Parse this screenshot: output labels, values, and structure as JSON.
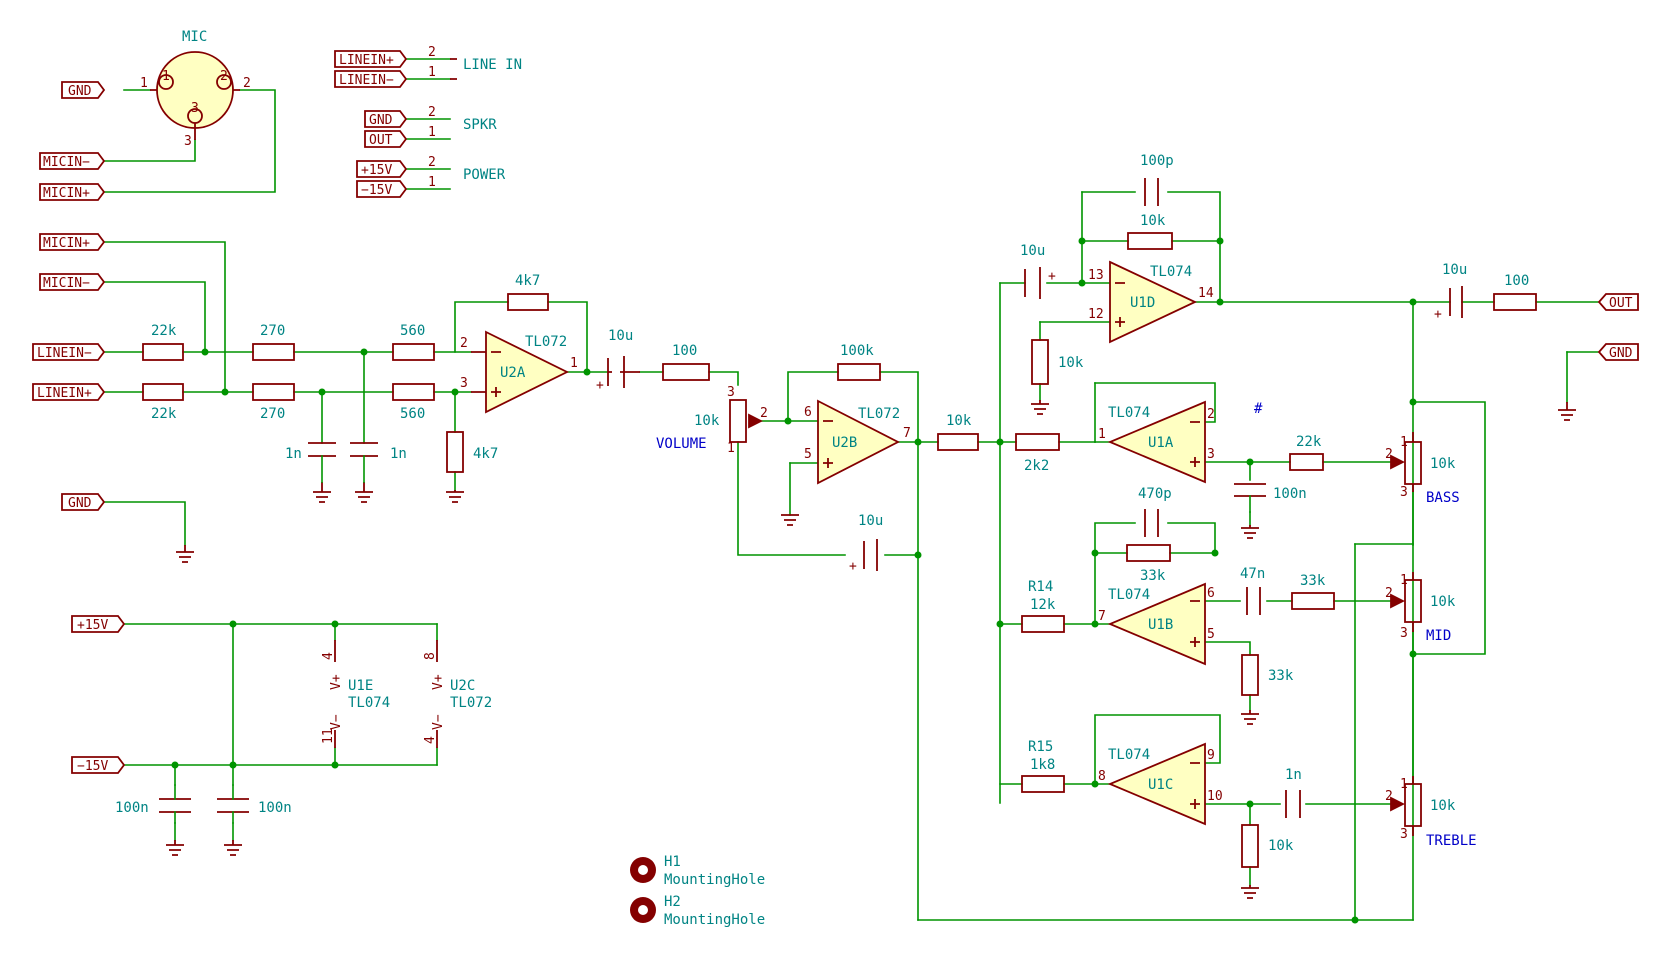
{
  "connectors": {
    "mic": {
      "name": "MIC",
      "pins": [
        "1",
        "2",
        "3"
      ]
    },
    "line_in": {
      "name": "LINE IN",
      "pins": [
        "2",
        "1"
      ]
    },
    "spkr": {
      "name": "SPKR",
      "pins": [
        "2",
        "1"
      ]
    },
    "power": {
      "name": "POWER",
      "pins": [
        "2",
        "1"
      ]
    }
  },
  "labels": {
    "gnd": "GND",
    "linein_p": "LINEIN+",
    "linein_m": "LINEIN−",
    "micin_p": "MICIN+",
    "micin_m": "MICIN−",
    "out": "OUT",
    "p15v": "+15V",
    "m15v": "−15V"
  },
  "input_stage": {
    "r22k_a": "22k",
    "r22k_b": "22k",
    "r270_a": "270",
    "r270_b": "270",
    "r560_a": "560",
    "r560_b": "560",
    "c1n_a": "1n",
    "c1n_b": "1n",
    "r4k7_fb": "4k7",
    "r4k7_gnd": "4k7",
    "u2a": "U2A",
    "u2a_type": "TL072",
    "c10u_in": "10u",
    "r100_in": "100"
  },
  "volume_stage": {
    "pot_value": "10k",
    "pot_name": "VOLUME",
    "r100k": "100k",
    "u2b": "U2B",
    "u2b_type": "TL072",
    "c10u_b": "10u",
    "r10k_out": "10k"
  },
  "filters": {
    "u1d": "U1D",
    "u1d_type": "TL074",
    "c100p": "100p",
    "r10k_fb": "10k",
    "c10u_d": "10u",
    "r10k_gnd": "10k",
    "u1a": "U1A",
    "u1a_type": "TL074",
    "r2k2": "2k2",
    "r22k_bass": "22k",
    "c100n_bass": "100n",
    "marker": "#",
    "u1b": "U1B",
    "u1b_type": "TL074",
    "c470p": "470p",
    "r33k_fb": "33k",
    "r14_name": "R14",
    "r14_value": "12k",
    "c47n": "47n",
    "r33k_mid": "33k",
    "r33k_gnd": "33k",
    "u1c": "U1C",
    "u1c_type": "TL074",
    "r15_name": "R15",
    "r15_value": "1k8",
    "c1n_treble": "1n",
    "r10k_treble": "10k"
  },
  "eq_pots": {
    "bass": {
      "name": "BASS",
      "value": "10k"
    },
    "mid": {
      "name": "MID",
      "value": "10k"
    },
    "treble": {
      "name": "TREBLE",
      "value": "10k"
    }
  },
  "output_stage": {
    "c10u_out": "10u",
    "r100_out": "100"
  },
  "power_section": {
    "u1e": "U1E",
    "u1e_type": "TL074",
    "u2c": "U2C",
    "u2c_type": "TL072",
    "c100n_a": "100n",
    "c100n_b": "100n",
    "v_plus": "V+",
    "v_minus": "V−"
  },
  "holes": {
    "h1": "H1",
    "h1_type": "MountingHole",
    "h2": "H2",
    "h2_type": "MountingHole"
  },
  "pins": {
    "p1": "1",
    "p2": "2",
    "p3": "3",
    "p4": "4",
    "p5": "5",
    "p6": "6",
    "p7": "7",
    "p8": "8",
    "p9": "9",
    "p10": "10",
    "p11": "11",
    "p12": "12",
    "p13": "13",
    "p14": "14"
  }
}
